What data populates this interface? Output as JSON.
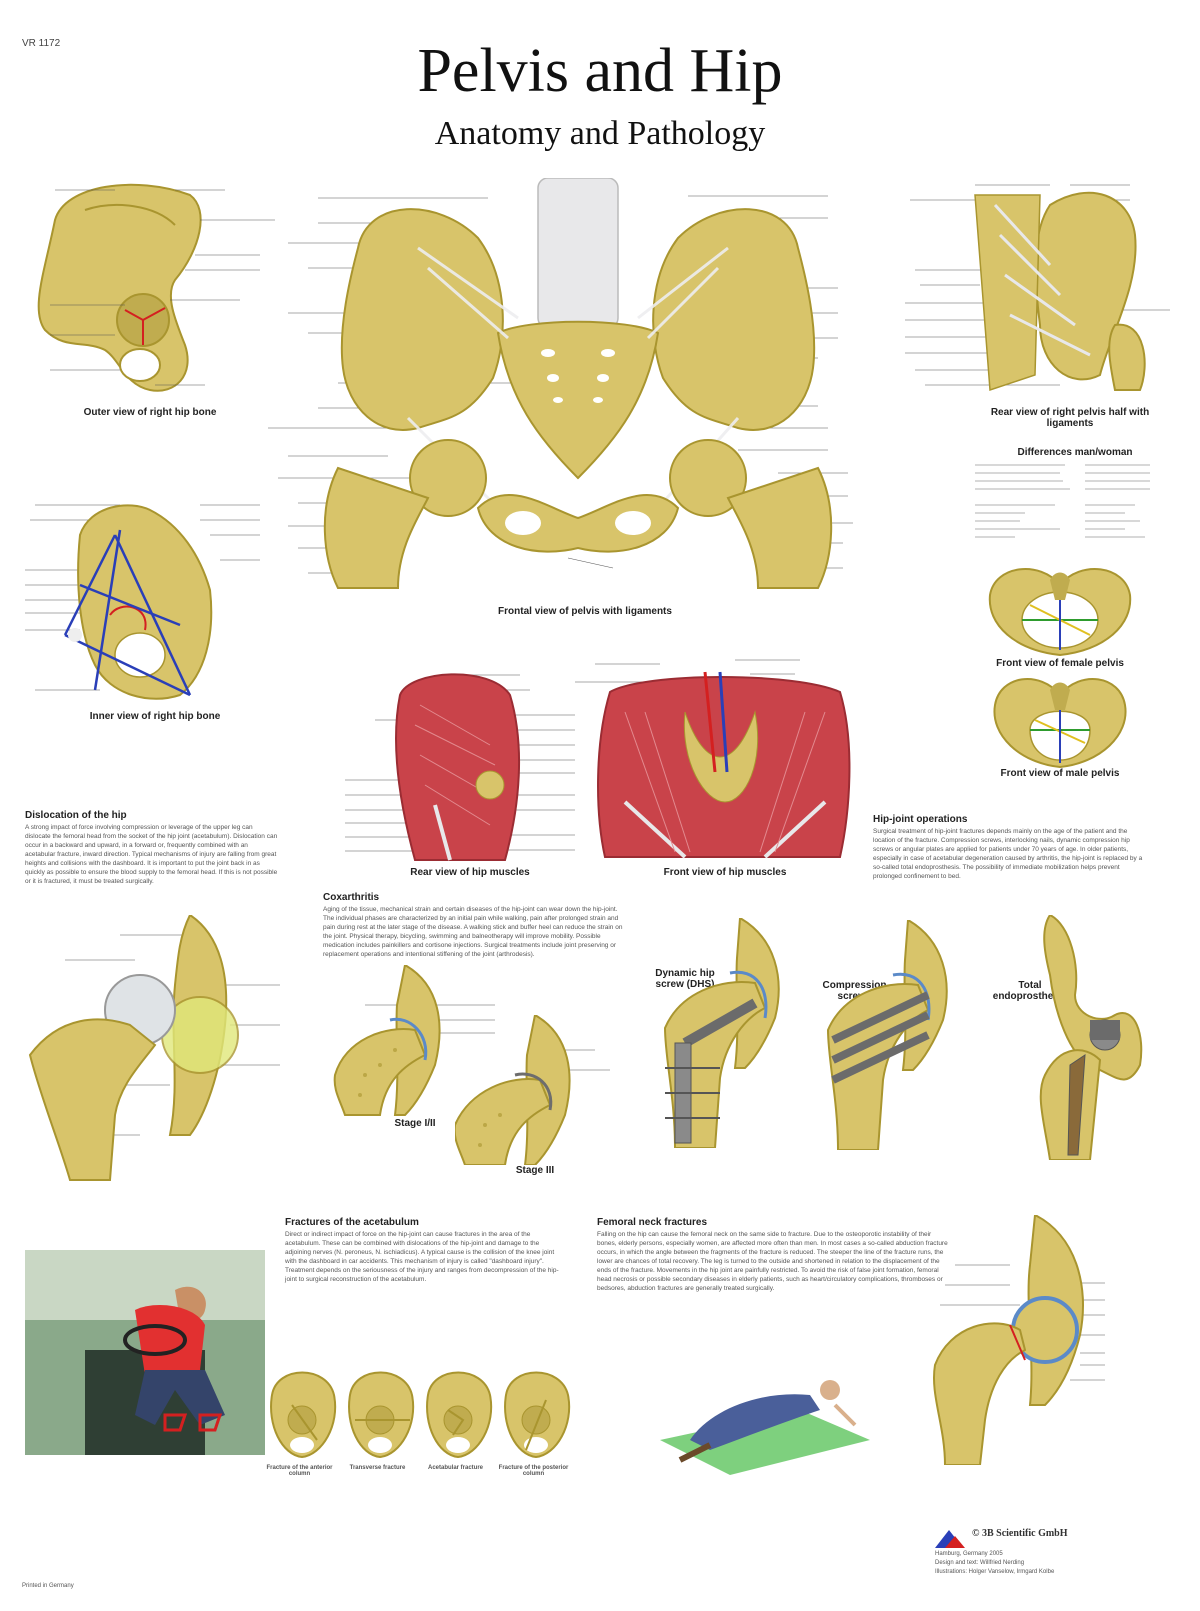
{
  "product_code": "VR 1172",
  "title": "Pelvis and Hip",
  "subtitle": "Anatomy and Pathology",
  "captions": {
    "outer_view": "Outer view of right hip bone",
    "frontal_view": "Frontal view of pelvis with ligaments",
    "rear_pelvis": "Rear view of right pelvis half with ligaments",
    "inner_view": "Inner view of right hip bone",
    "female_pelvis": "Front view of female pelvis",
    "male_pelvis": "Front view of male pelvis",
    "rear_muscles": "Rear view of hip muscles",
    "front_muscles": "Front view of hip muscles",
    "stage_1_2": "Stage I/II",
    "stage_3": "Stage III",
    "dhs": "Dynamic hip screw (DHS)",
    "compression": "Compression screws",
    "total_endo": "Total endoprosthesis",
    "fx_anterior": "Fracture of the anterior column",
    "fx_transverse": "Transverse fracture",
    "fx_acetabular": "Acetabular fracture",
    "fx_posterior": "Fracture of the posterior column"
  },
  "sections": {
    "differences_heading": "Differences man/woman",
    "dislocation_heading": "Dislocation of the hip",
    "dislocation_text": "A strong impact of force involving compression or leverage of the upper leg can dislocate the femoral head from the socket of the hip joint (acetabulum). Dislocation can occur in a backward and upward, in a forward or, frequently combined with an acetabular fracture, inward direction. Typical mechanisms of injury are falling from great heights and collisions with the dashboard. It is important to put the joint back in as quickly as possible to ensure the blood supply to the femoral head. If this is not possible or it is fractured, it must be treated surgically.",
    "coxarthritis_heading": "Coxarthritis",
    "coxarthritis_text": "Aging of the tissue, mechanical strain and certain diseases of the hip-joint can wear down the hip-joint. The individual phases are characterized by an initial pain while walking, pain after prolonged strain and pain during rest at the later stage of the disease. A walking stick and buffer heel can reduce the strain on the joint. Physical therapy, bicycling, swimming and balneotherapy will improve mobility. Possible medication includes painkillers and cortisone injections. Surgical treatments include joint preserving or replacement operations and intentional stiffening of the joint (arthrodesis).",
    "operations_heading": "Hip-joint operations",
    "operations_text": "Surgical treatment of hip-joint fractures depends mainly on the age of the patient and the location of the fracture. Compression screws, interlocking nails, dynamic compression hip screws or angular plates are applied for patients under 70 years of age. In older patients, especially in case of acetabular degeneration caused by arthritis, the hip-joint is replaced by a so-called total endoprosthesis. The possibility of immediate mobilization helps prevent prolonged confinement to bed.",
    "acetabulum_heading": "Fractures of the acetabulum",
    "acetabulum_text": "Direct or indirect impact of force on the hip-joint can cause fractures in the area of the acetabulum. These can be combined with dislocations of the hip-joint and damage to the adjoining nerves (N. peroneus, N. ischiadicus). A typical cause is the collision of the knee joint with the dashboard in car accidents. This mechanism of injury is called \"dashboard injury\". Treatment depends on the seriousness of the injury and ranges from decompression of the hip-joint to surgical reconstruction of the acetabulum.",
    "femoral_heading": "Femoral neck fractures",
    "femoral_text": "Falling on the hip can cause the femoral neck on the same side to fracture. Due to the osteoporotic instability of their bones, elderly persons, especially women, are affected more often than men. In most cases a so-called abduction fracture occurs, in which the angle between the fragments of the fracture is reduced. The steeper the line of the fracture runs, the lower are chances of total recovery. The leg is turned to the outside and shortened in relation to the displacement of the ends of the fracture. Movements in the hip joint are painfully restricted. To avoid the risk of false joint formation, femoral head necrosis or possible secondary diseases in elderly patients, such as heart/circulatory complications, thromboses or bedsores, abduction fractures are generally treated surgically."
  },
  "footer": {
    "printed": "Printed in Germany",
    "publisher": "© 3B Scientific GmbH",
    "credits_1": "Hamburg, Germany 2005",
    "credits_2": "Design and text: Willfried Nerding",
    "credits_3": "Illustrations: Holger Vanselow, Irmgard Kolbe"
  },
  "colors": {
    "bone": "#d8c46a",
    "bone_dark": "#a9952f",
    "muscle": "#c9434a",
    "ligament": "#e8e8ea",
    "line": "#555555",
    "blue": "#2a3fb8",
    "red": "#d42020"
  }
}
